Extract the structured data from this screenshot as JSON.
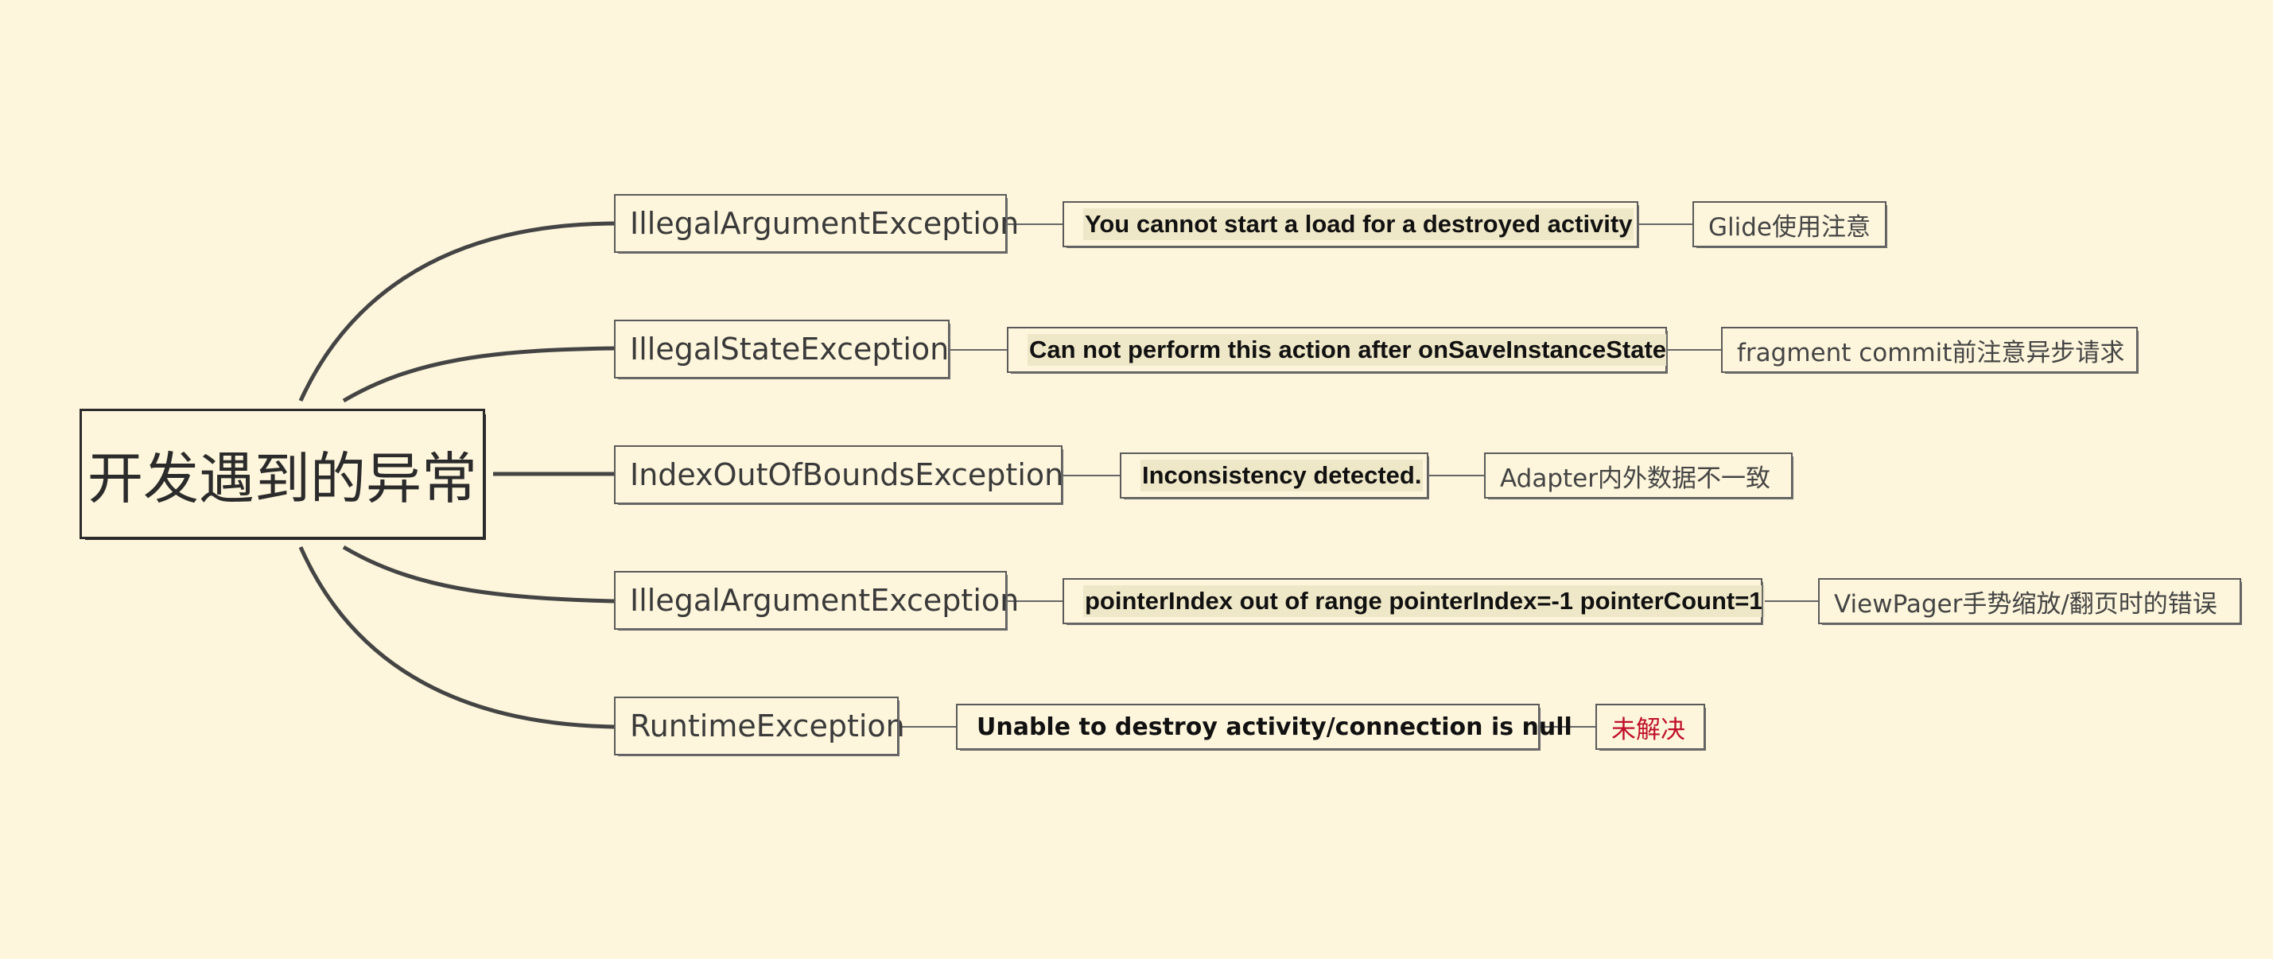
{
  "root": {
    "label": "开发遇到的异常"
  },
  "branches": [
    {
      "exception": "IllegalArgumentException",
      "message": "You cannot start a load for a destroyed activity",
      "note": "Glide使用注意"
    },
    {
      "exception": "IllegalStateException",
      "message": "Can not perform this action after onSaveInstanceState",
      "note": "fragment commit前注意异步请求"
    },
    {
      "exception": "IndexOutOfBoundsException",
      "message": "Inconsistency detected.",
      "note": "Adapter内外数据不一致"
    },
    {
      "exception": "IllegalArgumentException",
      "message": "pointerIndex out of range pointerIndex=-1 pointerCount=1",
      "note": "ViewPager手势缩放/翻页时的错误"
    },
    {
      "exception": "RuntimeException",
      "message": "Unable to destroy activity/connection is null",
      "note": "未解决"
    }
  ],
  "colors": {
    "background": "#fdf6dc",
    "line": "#444444",
    "unresolved": "#c0102a"
  }
}
